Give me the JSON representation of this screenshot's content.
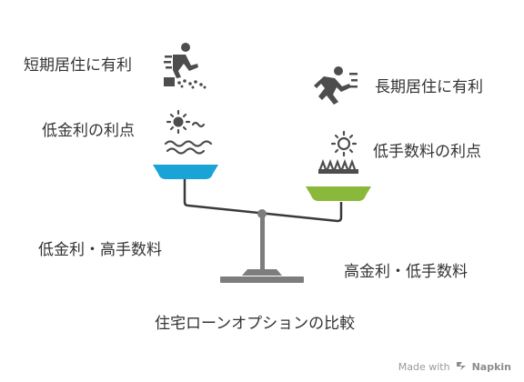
{
  "left": {
    "benefit_top": "短期居住に有利",
    "benefit_bottom": "低金利の利点",
    "condition": "低金利・高手数料",
    "color": "#1aa3d6"
  },
  "right": {
    "benefit_top": "長期居住に有利",
    "benefit_bottom": "低手数料の利点",
    "condition": "高金利・低手数料",
    "color": "#8ab83b"
  },
  "title": "住宅ローンオプションの比較",
  "footer": {
    "made_with": "Made with",
    "brand": "Napkin"
  },
  "icons": [
    "runner-jumping-icon",
    "sun-waves-icon",
    "runner-icon",
    "sun-grass-icon",
    "napkin-logo-icon"
  ],
  "colors": {
    "scale": "#8a8a8a",
    "text": "#333333"
  }
}
